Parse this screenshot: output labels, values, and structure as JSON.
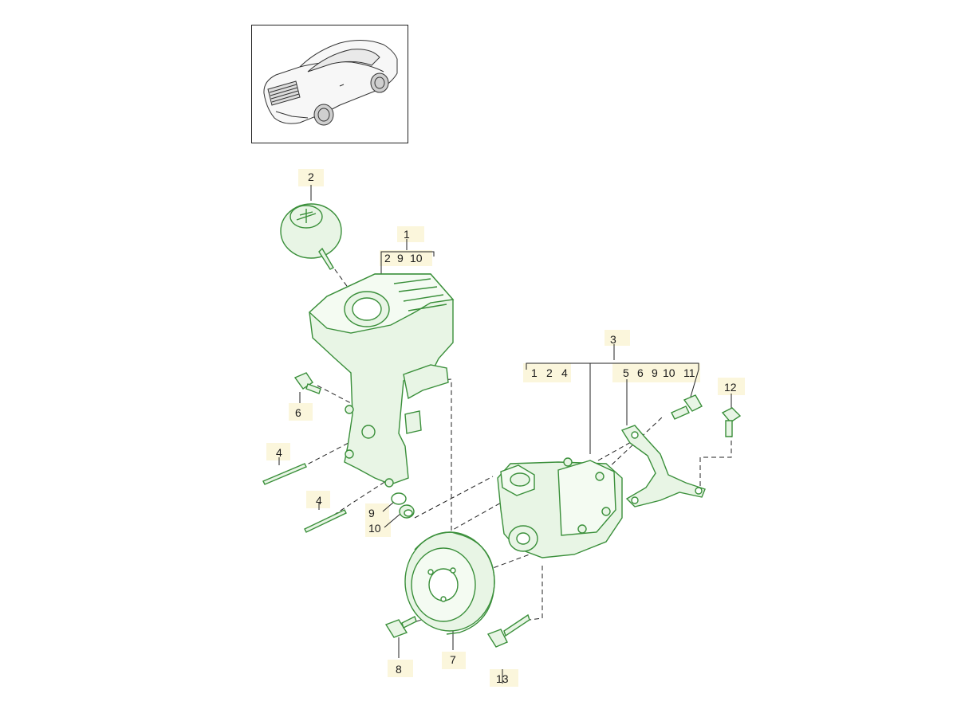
{
  "diagram": {
    "colors": {
      "part_line": "#3a8f3a",
      "part_fill": "#e8f5e5",
      "leader": "#222222",
      "label_bg": "#fbf6dc"
    },
    "thumbnail": {
      "icon": "car-outline-icon"
    },
    "callouts": {
      "c2": "2",
      "c1": "1",
      "c1_sub": [
        "2",
        "9",
        "10"
      ],
      "c3": "3",
      "c3_sub_a": [
        "1",
        "2",
        "4"
      ],
      "c3_sub_b": [
        "5",
        "6",
        "9",
        "10",
        "11"
      ],
      "c12": "12",
      "c6": "6",
      "c4a": "4",
      "c4b": "4",
      "c9": "9",
      "c10": "10",
      "c8": "8",
      "c7": "7",
      "c13": "13"
    }
  }
}
